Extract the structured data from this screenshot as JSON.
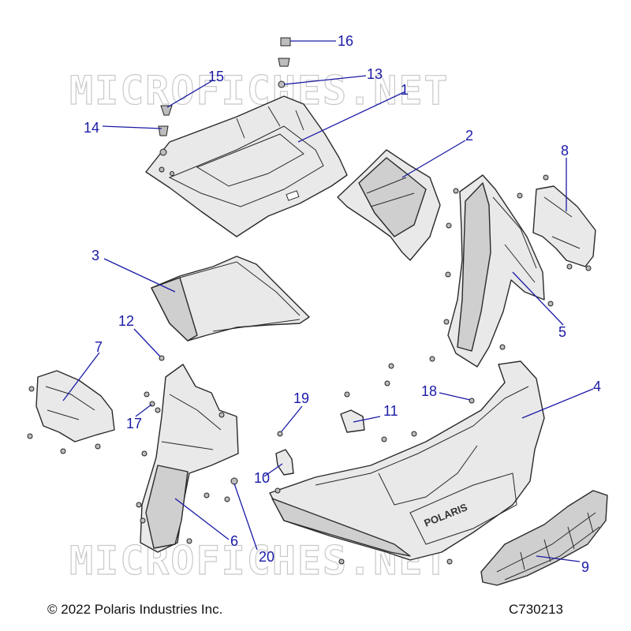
{
  "watermark": "MICROFICHES.NET",
  "copyright": "© 2022 Polaris Industries Inc.",
  "drawing_number": "C730213",
  "callouts": [
    {
      "id": "1",
      "label": "1"
    },
    {
      "id": "2",
      "label": "2"
    },
    {
      "id": "3",
      "label": "3"
    },
    {
      "id": "4",
      "label": "4"
    },
    {
      "id": "5",
      "label": "5"
    },
    {
      "id": "6",
      "label": "6"
    },
    {
      "id": "7",
      "label": "7"
    },
    {
      "id": "8",
      "label": "8"
    },
    {
      "id": "9",
      "label": "9"
    },
    {
      "id": "10",
      "label": "10"
    },
    {
      "id": "11",
      "label": "11"
    },
    {
      "id": "12",
      "label": "12"
    },
    {
      "id": "13",
      "label": "13"
    },
    {
      "id": "14",
      "label": "14"
    },
    {
      "id": "15",
      "label": "15"
    },
    {
      "id": "16",
      "label": "16"
    },
    {
      "id": "17",
      "label": "17"
    },
    {
      "id": "18",
      "label": "18"
    },
    {
      "id": "19",
      "label": "19"
    },
    {
      "id": "20",
      "label": "20"
    }
  ],
  "badge_text": "POLARIS"
}
